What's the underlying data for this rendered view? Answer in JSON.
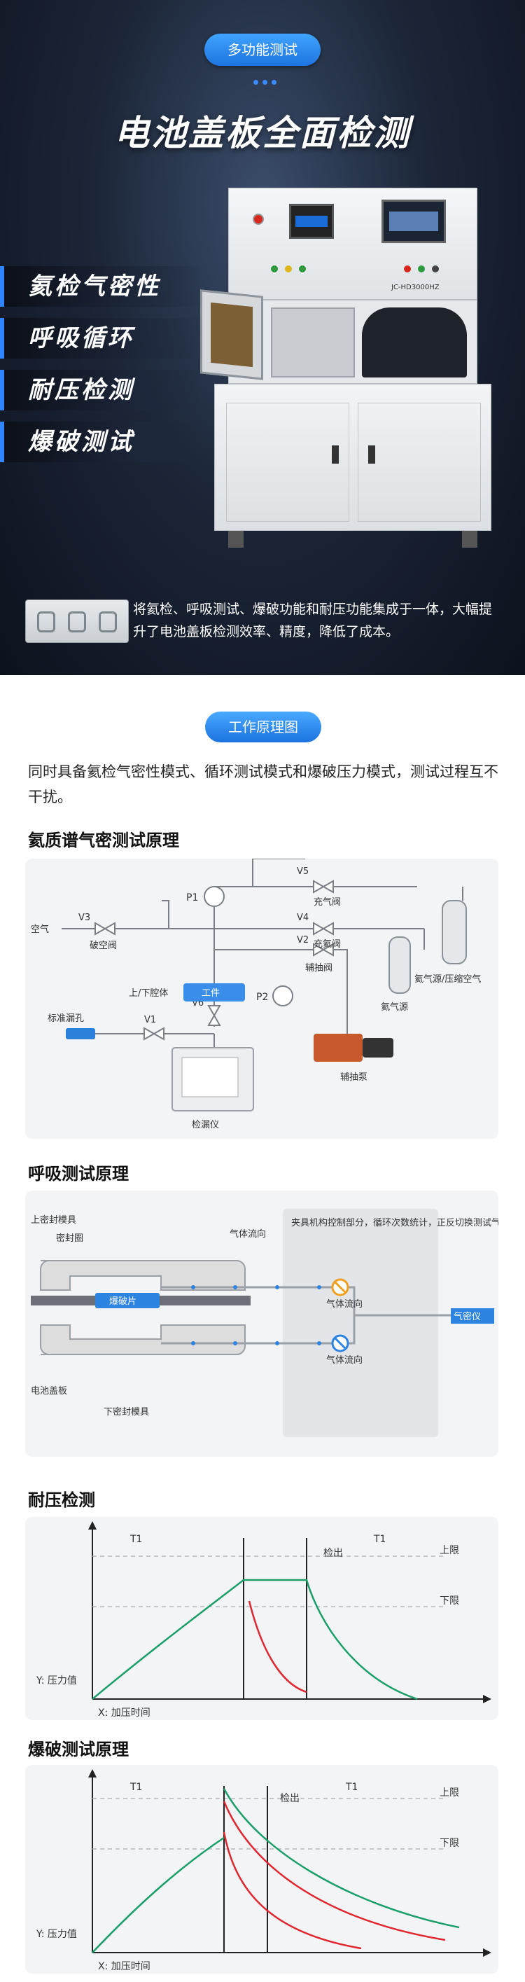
{
  "hero": {
    "badge": "多功能测试",
    "title": "电池盖板全面检测",
    "features": [
      "氦检气密性",
      "呼吸循环",
      "耐压检测",
      "爆破测试"
    ],
    "description": "将氦检、呼吸测试、爆破功能和耐压功能集成于一体，大幅提升了电池盖板检测效率、精度，降低了成本。",
    "machine_label": "JC-HD3000HZ"
  },
  "principle": {
    "badge": "工作原理图",
    "intro": "同时具备氦检气密性模式、循环测试模式和爆破压力模式，测试过程互不干扰。"
  },
  "helium": {
    "title": "氦质谱气密测试原理",
    "labels": {
      "air": "空气",
      "p1": "P1",
      "p2": "P2",
      "v1": "V1",
      "v2": "V2",
      "v3": "V3",
      "v4": "V4",
      "v5": "V5",
      "v6": "V6",
      "v5_name": "充气阀",
      "v4_name": "充氦阀",
      "v3_name": "破空阀",
      "v2_name": "辅抽阀",
      "chamber": "上/下腔体",
      "workpiece": "工件",
      "leak_std": "标准漏孔",
      "detector": "检漏仪",
      "helium_source": "氦气源",
      "gas_source": "氦气源/压缩空气",
      "pump": "辅抽泵"
    }
  },
  "breath": {
    "title": "呼吸测试原理",
    "labels": {
      "upper_mold": "上密封模具",
      "seal_ring": "密封圈",
      "burst_disc": "爆破片",
      "cover_plate": "电池盖板",
      "lower_mold": "下密封模具",
      "gas_flow": "气体流向",
      "note": "夹具机构控制部分，循环次数统计，正反切换测试气路。",
      "tester": "气密仪"
    }
  },
  "pressure": {
    "title": "耐压检测",
    "labels": {
      "t1_left": "T1",
      "t1_right": "T1",
      "detect": "检出",
      "upper": "上限",
      "lower": "下限",
      "y_axis": "Y: 压力值",
      "x_axis": "X: 加压时间"
    }
  },
  "burst": {
    "title": "爆破测试原理",
    "labels": {
      "t1_left": "T1",
      "t1_right": "T1",
      "detect": "检出",
      "upper": "上限",
      "lower": "下限",
      "y_axis": "Y: 压力值",
      "x_axis": "X: 加压时间"
    }
  },
  "colors": {
    "accent": "#1f7ae6",
    "green_curve": "#1a9e6a",
    "red_curve": "#e0262f",
    "hero_bg": "#1c2638"
  }
}
